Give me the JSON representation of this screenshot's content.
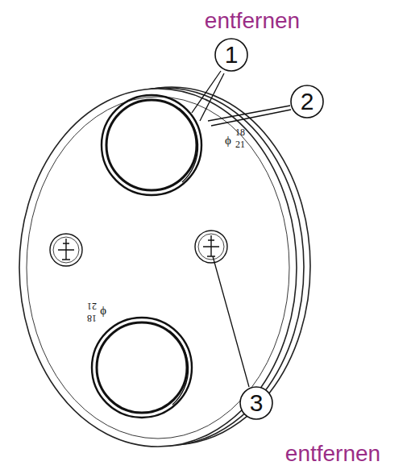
{
  "diagram": {
    "nodes": [
      {
        "text": [
          "1"
        ]
      },
      {
        "text": [
          "2"
        ]
      },
      {
        "text": [
          "3"
        ]
      }
    ],
    "labels": [
      "entfernen",
      "ϕ",
      "18",
      "21",
      "ϕ",
      "18",
      "21",
      "entfernen"
    ]
  }
}
